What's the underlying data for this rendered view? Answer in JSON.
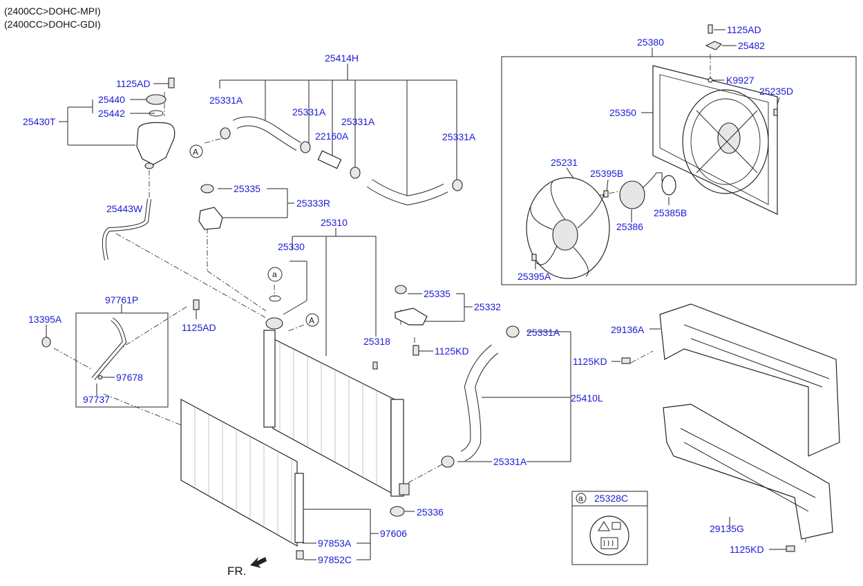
{
  "header": {
    "line1": "(2400CC>DOHC-MPI)",
    "line2": "(2400CC>DOHC-GDI)"
  },
  "labels": {
    "p1125AD_a": "1125AD",
    "p25482": "25482",
    "p25380": "25380",
    "pK9927": "K9927",
    "p25235D": "25235D",
    "p25350": "25350",
    "p25231": "25231",
    "p25395B": "25395B",
    "p25385B": "25385B",
    "p25386": "25386",
    "p25395A": "25395A",
    "p25414H": "25414H",
    "p1125AD_b": "1125AD",
    "p25440": "25440",
    "p25442": "25442",
    "p25430T": "25430T",
    "p25331A_a": "25331A",
    "p25331A_b": "25331A",
    "p25331A_c": "25331A",
    "p25331A_d": "25331A",
    "p22160A": "22160A",
    "p25443W": "25443W",
    "p25335_a": "25335",
    "p25333R": "25333R",
    "p25310": "25310",
    "p25330": "25330",
    "p25335_b": "25335",
    "p25332": "25332",
    "p25318": "25318",
    "p1125KD_a": "1125KD",
    "p25331A_e": "25331A",
    "p1125KD_b": "1125KD",
    "p29136A": "29136A",
    "p25410L": "25410L",
    "p25331A_f": "25331A",
    "p13395A": "13395A",
    "p97761P": "97761P",
    "p1125AD_c": "1125AD",
    "p97678": "97678",
    "p97737": "97737",
    "p25336": "25336",
    "p97853A": "97853A",
    "p97606": "97606",
    "p97852C": "97852C",
    "p25328C": "25328C",
    "p29135G": "29135G",
    "p1125KD_c": "1125KD",
    "fr": "FR.",
    "callout_a1": "a",
    "callout_a2": "a",
    "callout_A1": "A",
    "callout_A2": "A"
  },
  "icons": [
    "arrow-front-icon",
    "hot-coolant-warning-icon"
  ]
}
